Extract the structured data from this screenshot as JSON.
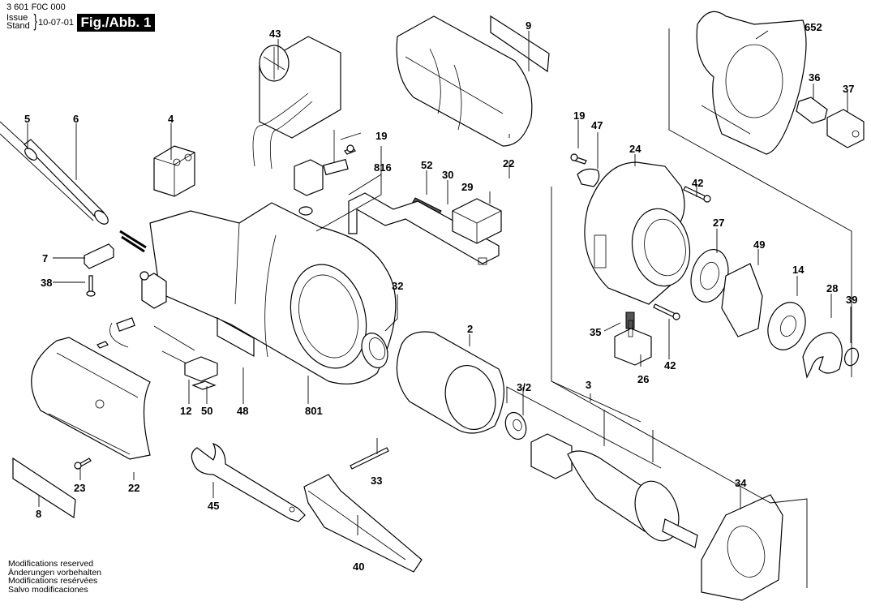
{
  "header": {
    "part_number": "3 601 F0C 000",
    "issue_label": "Issue",
    "stand_label": "Stand",
    "issue_date": "10-07-01",
    "figure_label": "Fig./Abb. 1"
  },
  "footer": {
    "lines": [
      "Modifications reserved",
      "Änderungen vorbehalten",
      "Modifications resérvées",
      "Salvo modificaciones"
    ]
  },
  "callouts": {
    "p5": "5",
    "p6": "6",
    "p4": "4",
    "p43": "43",
    "p19a": "19",
    "p816": "816",
    "p9": "9",
    "p22a": "22",
    "p52": "52",
    "p30": "30",
    "p29": "29",
    "p7": "7",
    "p38": "38",
    "p12": "12",
    "p50": "50",
    "p48": "48",
    "p801": "801",
    "p32": "32",
    "p2": "2",
    "p32b": "3/2",
    "p3": "3",
    "p33": "33",
    "p45": "45",
    "p40": "40",
    "p23": "23",
    "p22b": "22",
    "p8": "8",
    "p34": "34",
    "p652": "652",
    "p36": "36",
    "p37": "37",
    "p19b": "19",
    "p47": "47",
    "p24": "24",
    "p42a": "42",
    "p27": "27",
    "p49": "49",
    "p14": "14",
    "p28": "28",
    "p39": "39",
    "p35": "35",
    "p26": "26",
    "p42b": "42"
  }
}
